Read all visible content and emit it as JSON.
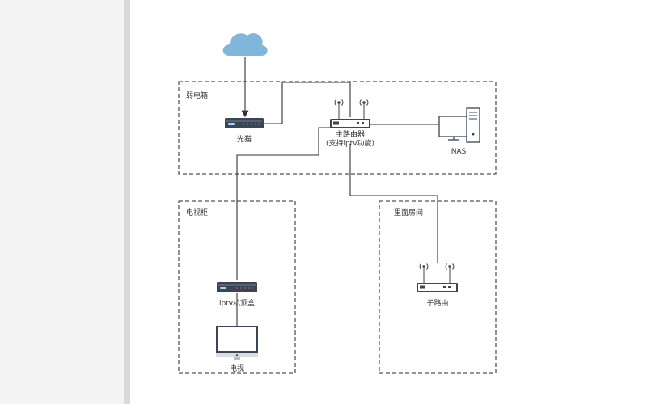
{
  "diagram": {
    "zones": {
      "weak_box": "弱电箱",
      "tv_cabinet": "电视柜",
      "inner_room": "里面房间"
    },
    "devices": {
      "modem": "光猫",
      "main_router_line1": "主路由器",
      "main_router_line2": "(支持iptv功能)",
      "nas": "NAS",
      "iptv_box": "iptv机顶盒",
      "tv": "电视",
      "sub_router": "子路由"
    },
    "icons": {
      "cloud": "cloud-icon",
      "modem": "modem-icon",
      "router": "router-icon",
      "computer": "computer-icon",
      "monitor": "monitor-icon"
    },
    "colors": {
      "cloud": "#7fb6d9",
      "device_dark": "#3a4556",
      "led": "#e05a4e",
      "line": "#333333",
      "dash": "#555555"
    }
  }
}
